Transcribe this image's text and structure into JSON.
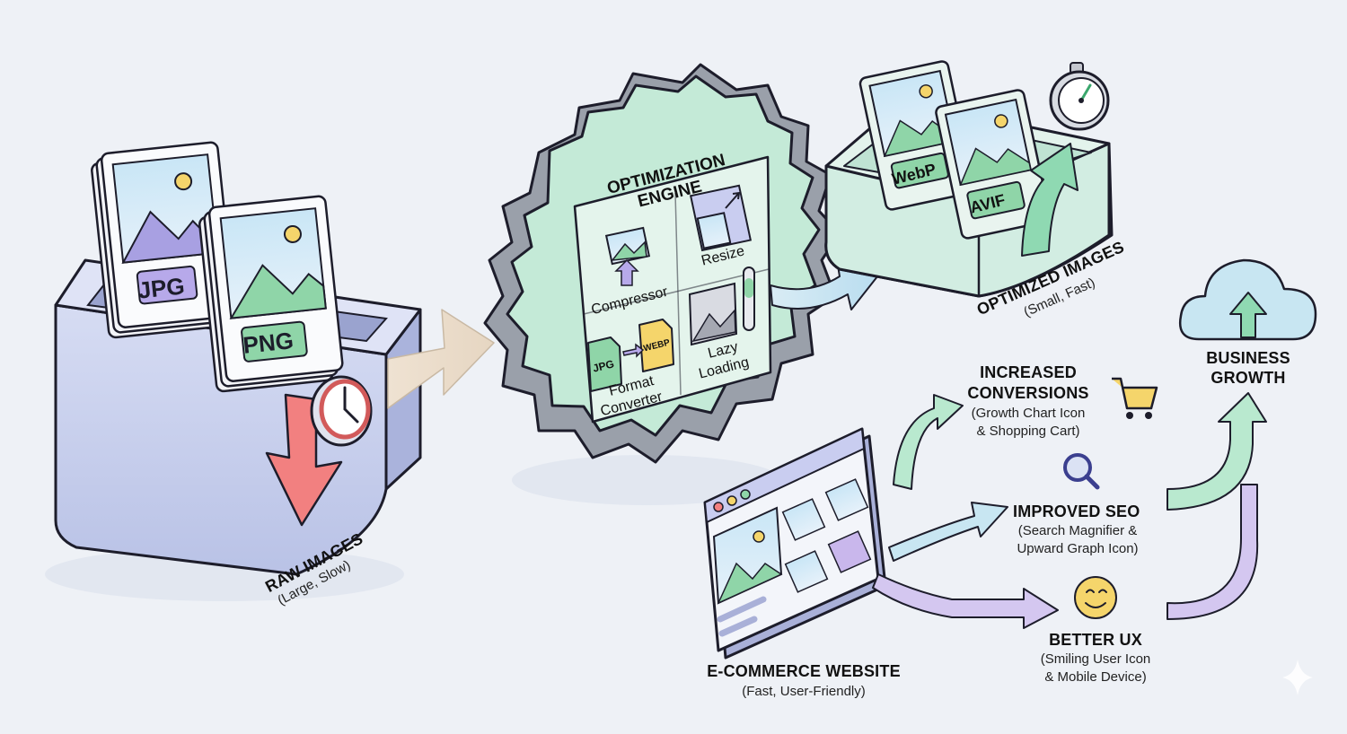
{
  "stages": {
    "raw": {
      "title": "RAW IMAGES",
      "subtitle": "(Large, Slow)",
      "file_tags": [
        "JPG",
        "PNG"
      ]
    },
    "engine": {
      "title_line1": "OPTIMIZATION",
      "title_line2": "ENGINE",
      "tools": {
        "compressor": "Compressor",
        "resize": "Resize",
        "format_line1": "Format",
        "format_line2": "Converter",
        "lazy_line1": "Lazy",
        "lazy_line2": "Loading"
      },
      "tags": {
        "from": "JPG",
        "to": "WEBP"
      }
    },
    "optimized": {
      "title": "OPTIMIZED IMAGES",
      "subtitle": "(Small, Fast)",
      "file_tags": [
        "WebP",
        "AVIF"
      ]
    },
    "website": {
      "title": "E-COMMERCE WEBSITE",
      "subtitle": "(Fast, User-Friendly)"
    }
  },
  "outcomes": {
    "conversions": {
      "title_line1": "INCREASED",
      "title_line2": "CONVERSIONS",
      "desc_line1": "(Growth Chart Icon",
      "desc_line2": "& Shopping Cart)"
    },
    "seo": {
      "title": "IMPROVED SEO",
      "desc_line1": "(Search Magnifier &",
      "desc_line2": "Upward Graph Icon)"
    },
    "ux": {
      "title": "BETTER UX",
      "desc_line1": "(Smiling User Icon",
      "desc_line2": "& Mobile Device)"
    }
  },
  "growth": {
    "title_line1": "BUSINESS",
    "title_line2": "GROWTH"
  },
  "colors": {
    "background": "#eef1f6",
    "raw_box": "#c9d0ee",
    "engine_gear": "#c4ead7",
    "optimized_tray": "#d7f0e6",
    "down_arrow": "#f28080",
    "green_arrow": "#8fd9b2",
    "blue_arrow": "#b9ddef",
    "purple_arrow": "#c9b7ec"
  }
}
